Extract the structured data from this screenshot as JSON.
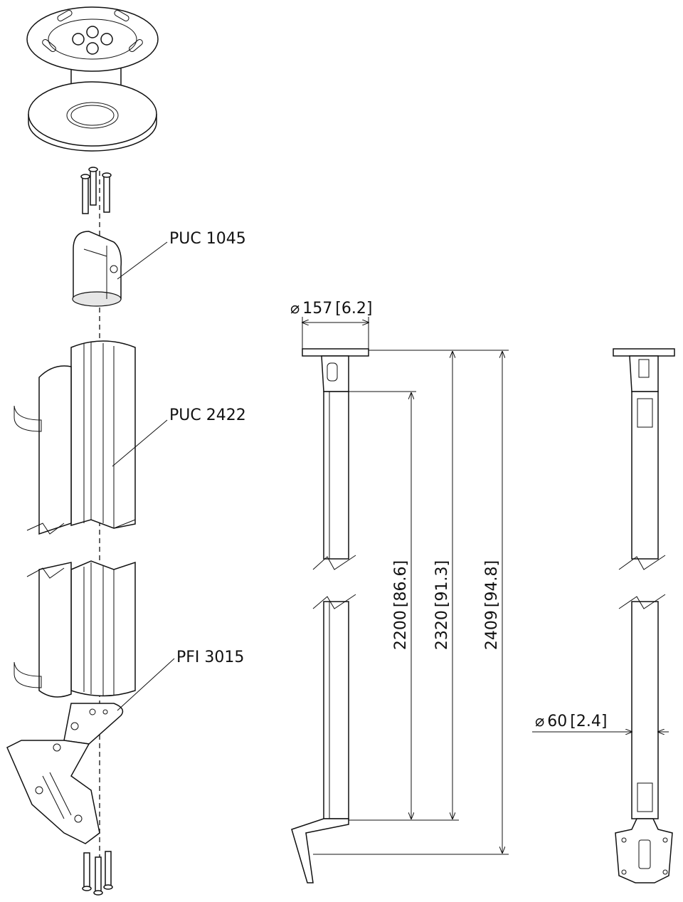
{
  "callouts": {
    "bracket": "PUC 1045",
    "pole": "PUC 2422",
    "interface": "PFI 3015"
  },
  "dimensions": {
    "ceiling_plate_diameter": {
      "symbol": "⌀",
      "mm": "157",
      "inch": "6.2"
    },
    "pole_length": {
      "mm": "2200",
      "inch": "86.6"
    },
    "pole_with_bracket": {
      "mm": "2320",
      "inch": "91.3"
    },
    "overall_length": {
      "mm": "2409",
      "inch": "94.8"
    },
    "pole_diameter": {
      "symbol": "⌀",
      "mm": "60",
      "inch": "2.4"
    }
  }
}
